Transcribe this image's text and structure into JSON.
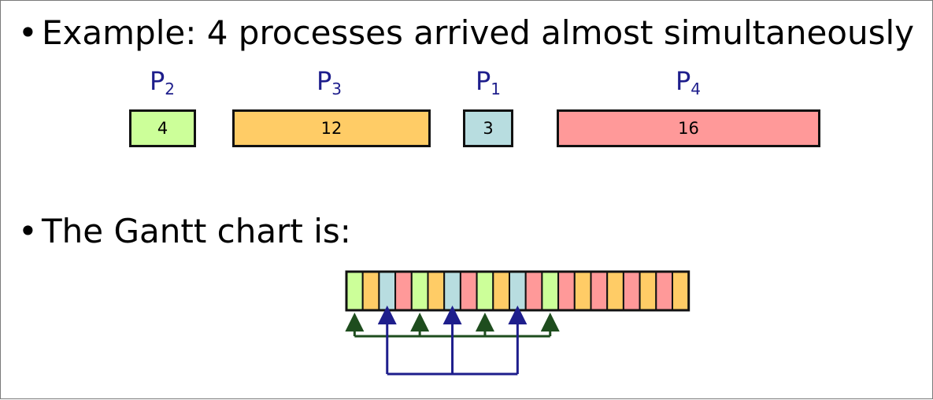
{
  "bullets": {
    "symbol": "•",
    "example": "Example: 4 processes arrived almost simultaneously",
    "gantt_intro": "The Gantt chart is:"
  },
  "processes": [
    {
      "name": "P",
      "sub": "2",
      "burst": "4",
      "color": "#ccff99"
    },
    {
      "name": "P",
      "sub": "3",
      "burst": "12",
      "color": "#ffcc66"
    },
    {
      "name": "P",
      "sub": "1",
      "burst": "3",
      "color": "#b8dde0"
    },
    {
      "name": "P",
      "sub": "4",
      "burst": "16",
      "color": "#ff9999"
    }
  ],
  "gantt": {
    "slices": [
      "P2",
      "P3",
      "P1",
      "P4",
      "P2",
      "P3",
      "P1",
      "P4",
      "P2",
      "P3",
      "P1",
      "P4",
      "P2",
      "P4",
      "P3",
      "P4",
      "P3",
      "P4",
      "P3",
      "P4",
      "P3"
    ],
    "colors": {
      "P2": "#ccff99",
      "P3": "#ffcc66",
      "P1": "#b8dde0",
      "P4": "#ff9999"
    },
    "green_arrow_slots": [
      0,
      4,
      8,
      12
    ],
    "blue_arrow_slots": [
      2,
      6,
      10
    ],
    "green_arrow_color": "#1e4d1e",
    "blue_arrow_color": "#1e1e8c"
  }
}
